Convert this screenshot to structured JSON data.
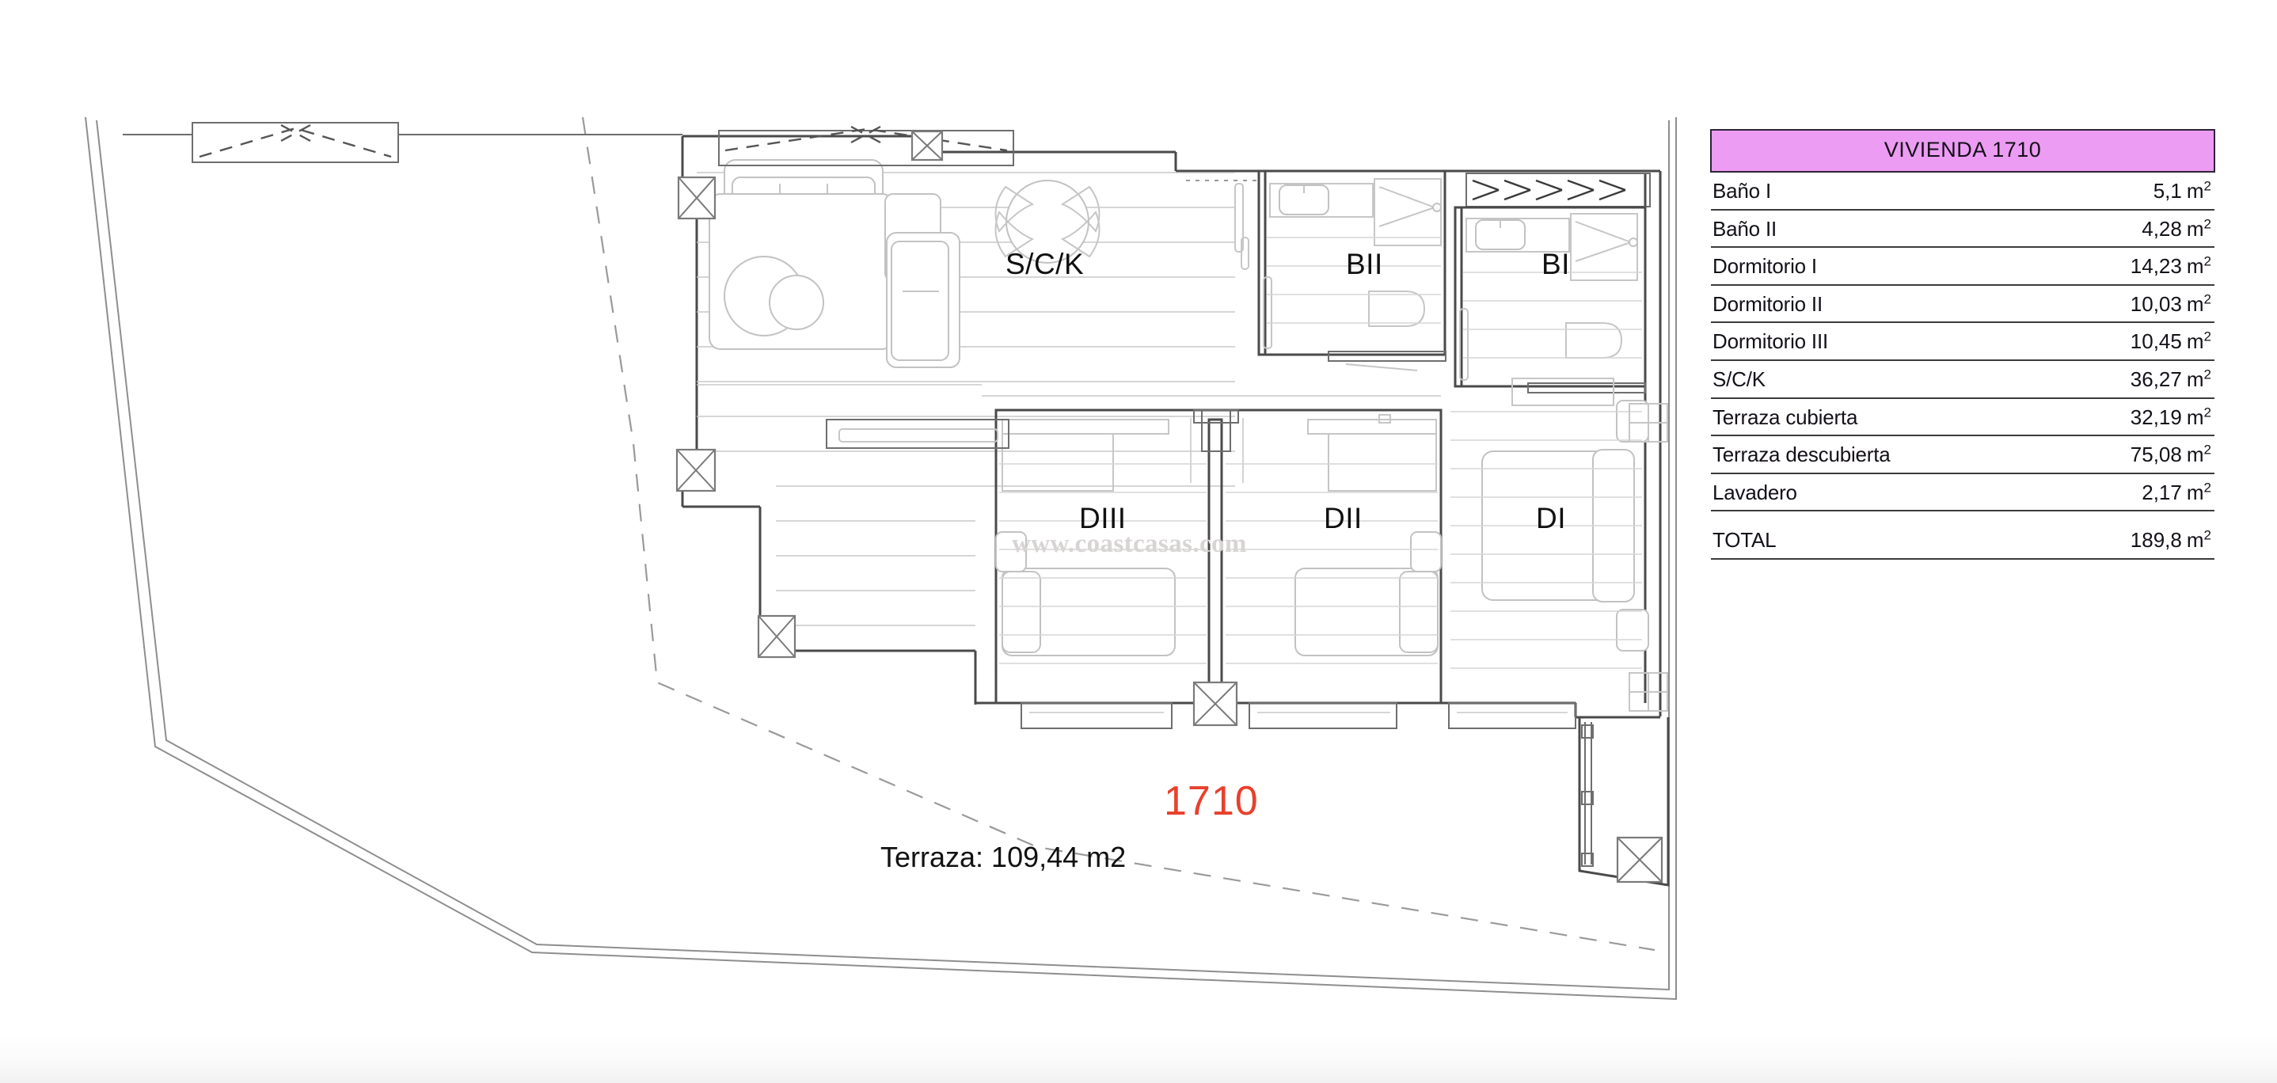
{
  "table": {
    "title": "VIVIENDA 1710",
    "header_bg": "#ec9cf3",
    "unit_suffix": "m",
    "unit_exponent": "2",
    "rows": [
      {
        "label": "Baño I",
        "value": "5,1"
      },
      {
        "label": "Baño II",
        "value": "4,28"
      },
      {
        "label": "Dormitorio I",
        "value": "14,23"
      },
      {
        "label": "Dormitorio II",
        "value": "10,03"
      },
      {
        "label": "Dormitorio III",
        "value": "10,45"
      },
      {
        "label": "S/C/K",
        "value": "36,27"
      },
      {
        "label": "Terraza cubierta",
        "value": "32,19"
      },
      {
        "label": "Terraza descubierta",
        "value": "75,08"
      },
      {
        "label": "Lavadero",
        "value": "2,17"
      }
    ],
    "total": {
      "label": "TOTAL",
      "value": "189,8"
    }
  },
  "plan": {
    "unit_number": "1710",
    "unit_number_color": "#e8402c",
    "terrace_note": "Terraza: 109,44 m2",
    "watermark": "www.coastcasas.com",
    "rooms": [
      {
        "code": "S/C/K",
        "name": "salon-comedor-cocina"
      },
      {
        "code": "BII",
        "name": "bano-dos"
      },
      {
        "code": "BI",
        "name": "bano-uno"
      },
      {
        "code": "DIII",
        "name": "dormitorio-tres"
      },
      {
        "code": "DII",
        "name": "dormitorio-dos"
      },
      {
        "code": "DI",
        "name": "dormitorio-uno"
      }
    ]
  }
}
